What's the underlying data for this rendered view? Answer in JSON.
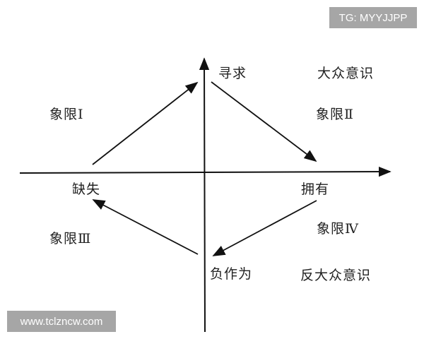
{
  "axes": {
    "y_top": "寻求",
    "y_bottom": "负作为",
    "x_left": "缺失",
    "x_right": "拥有"
  },
  "quadrants": {
    "q1": "象限Ⅰ",
    "q2": "象限Ⅱ",
    "q3": "象限Ⅲ",
    "q4": "象限Ⅳ"
  },
  "annotations": {
    "top_right": "大众意识",
    "bottom_right": "反大众意识"
  },
  "watermarks": {
    "top": "TG: MYYJJPP",
    "bottom": "www.tclzncw.com"
  }
}
